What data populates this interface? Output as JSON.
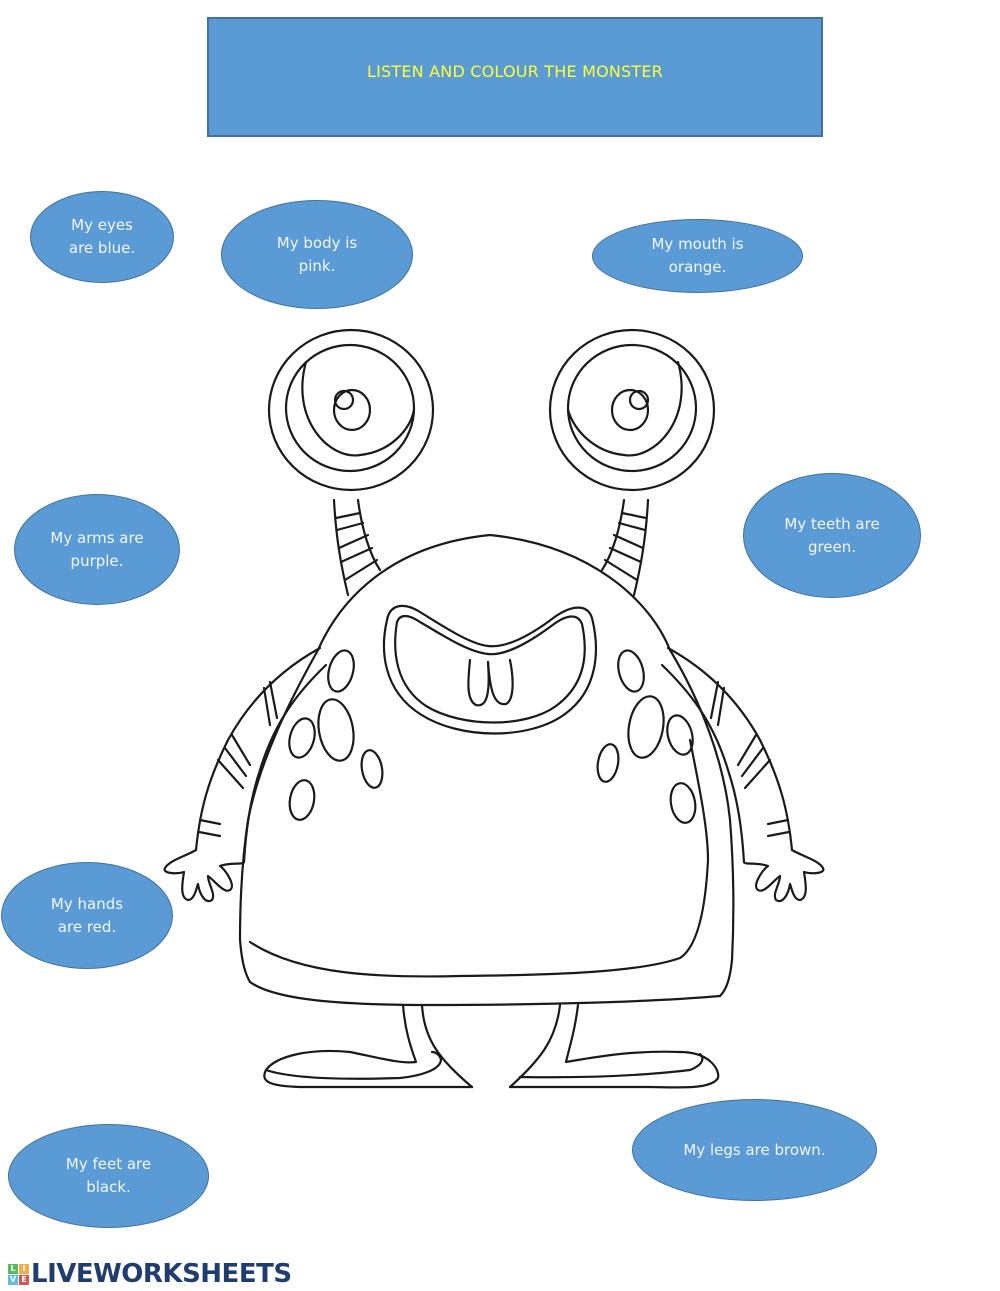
{
  "header": {
    "title": "LISTEN AND COLOUR THE MONSTER"
  },
  "bubbles": [
    {
      "id": "eyes",
      "line1": "My eyes",
      "line2": "are blue."
    },
    {
      "id": "body",
      "line1": "My body is",
      "line2": "pink."
    },
    {
      "id": "mouth",
      "line1": "My mouth is",
      "line2": "orange."
    },
    {
      "id": "arms",
      "line1": "My arms are",
      "line2": "purple."
    },
    {
      "id": "teeth",
      "line1": "My teeth are",
      "line2": "green."
    },
    {
      "id": "hands",
      "line1": "My hands",
      "line2": "are red."
    },
    {
      "id": "feet",
      "line1": "My feet are",
      "line2": "black."
    },
    {
      "id": "legs",
      "line1": "My legs are brown.",
      "line2": ""
    }
  ],
  "illustration": {
    "subject": "monster outline drawing"
  },
  "footer": {
    "logo_text": "LIVEWORKSHEETS",
    "badge_letters": [
      "L",
      "I",
      "V",
      "E"
    ]
  },
  "colors": {
    "bubble_fill": "#5b9bd5",
    "bubble_border": "#41719c",
    "title_text": "#ffff33",
    "logo_text": "#1f3d6e"
  }
}
